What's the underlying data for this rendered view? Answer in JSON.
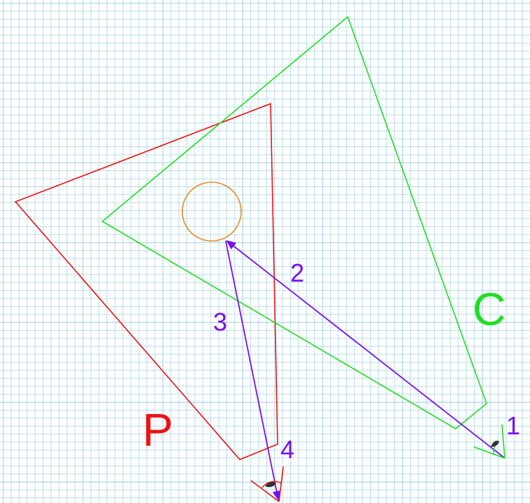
{
  "colors": {
    "shape_p": "#ee1111",
    "shape_c": "#22dd22",
    "path": "#7711ee",
    "target": "#e88a22",
    "grid": "#b9dceb"
  },
  "labels": {
    "shape_p": "P",
    "shape_c": "C",
    "step_1": "1",
    "step_2": "2",
    "step_3": "3",
    "step_4": "4"
  }
}
